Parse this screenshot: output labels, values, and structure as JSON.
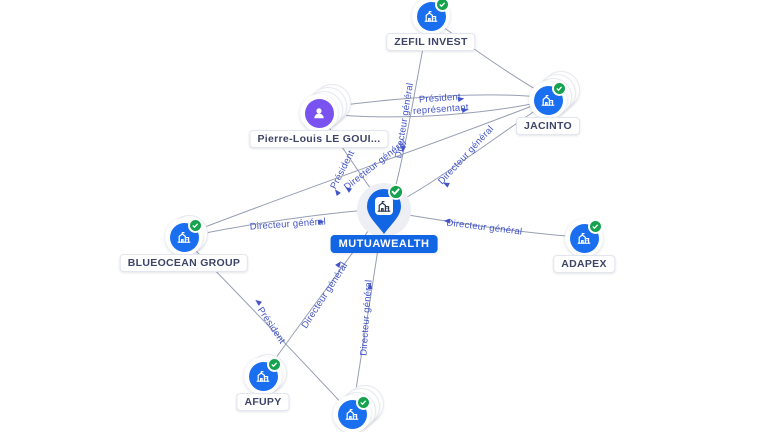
{
  "app": {
    "view": "company-network-graph",
    "background": "#ffffff"
  },
  "colors": {
    "edge_line": "#8b93ab",
    "edge_label": "#4355c8",
    "company_node": "#1a6ff0",
    "person_node": "#7a52f0",
    "verified_badge": "#16a24f",
    "selected_label_bg": "#1266e3",
    "node_label_text": "#3e4566"
  },
  "nodes": [
    {
      "id": "zefil",
      "label": "ZEFIL INVEST",
      "type": "company",
      "icon": "building-icon",
      "verified": true,
      "stacked": 0,
      "selected": false
    },
    {
      "id": "jacinto",
      "label": "JACINTO",
      "type": "company",
      "icon": "building-icon",
      "verified": true,
      "stacked": 3,
      "selected": false
    },
    {
      "id": "pierre",
      "label": "Pierre-Louis LE GOUI...",
      "type": "person",
      "icon": "person-icon",
      "verified": false,
      "stacked": 3,
      "selected": false
    },
    {
      "id": "mutua",
      "label": "MUTUAWEALTH",
      "type": "company",
      "icon": "building-icon",
      "verified": true,
      "stacked": 0,
      "selected": true,
      "shape": "pin"
    },
    {
      "id": "blueocean",
      "label": "BLUEOCEAN GROUP",
      "type": "company",
      "icon": "building-icon",
      "verified": true,
      "stacked": 1,
      "selected": false
    },
    {
      "id": "adapex",
      "label": "ADAPEX",
      "type": "company",
      "icon": "building-icon",
      "verified": true,
      "stacked": 0,
      "selected": false
    },
    {
      "id": "afupy",
      "label": "AFUPY",
      "type": "company",
      "icon": "building-icon",
      "verified": true,
      "stacked": 1,
      "selected": false
    },
    {
      "id": "partner",
      "label": "",
      "type": "company",
      "icon": "building-icon",
      "verified": true,
      "stacked": 3,
      "selected": false
    }
  ],
  "edges": [
    {
      "from": "mutua",
      "to": "zefil",
      "label": "Directeur général"
    },
    {
      "from": "zefil",
      "to": "jacinto",
      "label": ""
    },
    {
      "from": "pierre",
      "to": "jacinto",
      "label": "Président"
    },
    {
      "from": "pierre",
      "to": "jacinto",
      "label": "représentant"
    },
    {
      "from": "pierre",
      "to": "mutua",
      "label": "Président"
    },
    {
      "from": "blueocean",
      "to": "jacinto",
      "label": "Directeur général"
    },
    {
      "from": "blueocean",
      "to": "mutua",
      "label": "Directeur général"
    },
    {
      "from": "jacinto",
      "to": "mutua",
      "label": "Directeur général"
    },
    {
      "from": "mutua",
      "to": "adapex",
      "label": "Directeur général"
    },
    {
      "from": "mutua",
      "to": "afupy",
      "label": "Directeur général"
    },
    {
      "from": "mutua",
      "to": "partner",
      "label": "Directeur général"
    },
    {
      "from": "blueocean",
      "to": "partner",
      "label": "Président"
    }
  ]
}
